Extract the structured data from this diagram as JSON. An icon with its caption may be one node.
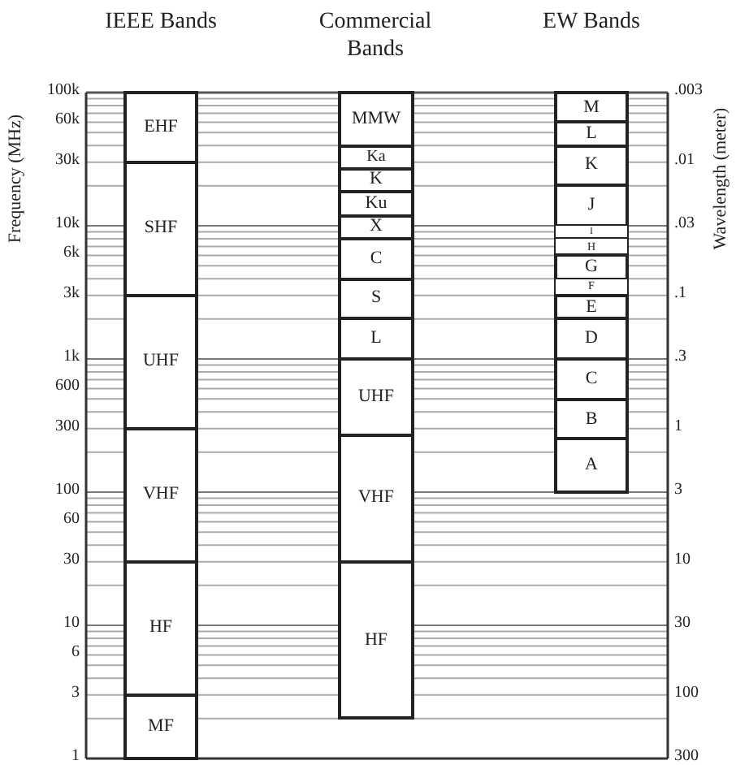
{
  "diagram": {
    "nodes": [
      {
        "text": [
          "EHF"
        ]
      },
      {
        "text": [
          "SHF"
        ]
      },
      {
        "text": [
          "UHF"
        ]
      },
      {
        "text": [
          "VHF"
        ]
      },
      {
        "text": [
          "HF"
        ]
      },
      {
        "text": [
          "MF"
        ]
      },
      {
        "text": [
          "MMW"
        ]
      },
      {
        "text": [
          "Ka"
        ]
      },
      {
        "text": [
          "K"
        ]
      },
      {
        "text": [
          "Ku"
        ]
      },
      {
        "text": [
          "X"
        ]
      },
      {
        "text": [
          "C"
        ]
      },
      {
        "text": [
          "S"
        ]
      },
      {
        "text": [
          "L"
        ]
      },
      {
        "text": [
          "UHF"
        ]
      },
      {
        "text": [
          "VHF"
        ]
      },
      {
        "text": [
          "HF"
        ]
      },
      {
        "text": [
          "M"
        ]
      },
      {
        "text": [
          "L"
        ]
      },
      {
        "text": [
          "K"
        ]
      },
      {
        "text": [
          "J"
        ]
      },
      {
        "text": [
          "I"
        ]
      },
      {
        "text": [
          "H"
        ]
      },
      {
        "text": [
          "G"
        ]
      },
      {
        "text": [
          "F"
        ]
      },
      {
        "text": [
          "E"
        ]
      },
      {
        "text": [
          "D"
        ]
      },
      {
        "text": [
          "C"
        ]
      },
      {
        "text": [
          "B"
        ]
      },
      {
        "text": [
          "A"
        ]
      }
    ],
    "labels": [
      "IEEE Bands",
      "Commercial Bands",
      "EW Bands",
      "Frequency (MHz)",
      "100k",
      "60k",
      "30k",
      "10k",
      "6k",
      "3k",
      "1k",
      "600",
      "300",
      "100",
      "60",
      "30",
      "10",
      "6",
      "3",
      "1",
      "Wavelength (meter)",
      ".003",
      ".01",
      ".03",
      ".1",
      ".3",
      "1",
      "3",
      "10",
      "30",
      "100",
      "300"
    ]
  }
}
